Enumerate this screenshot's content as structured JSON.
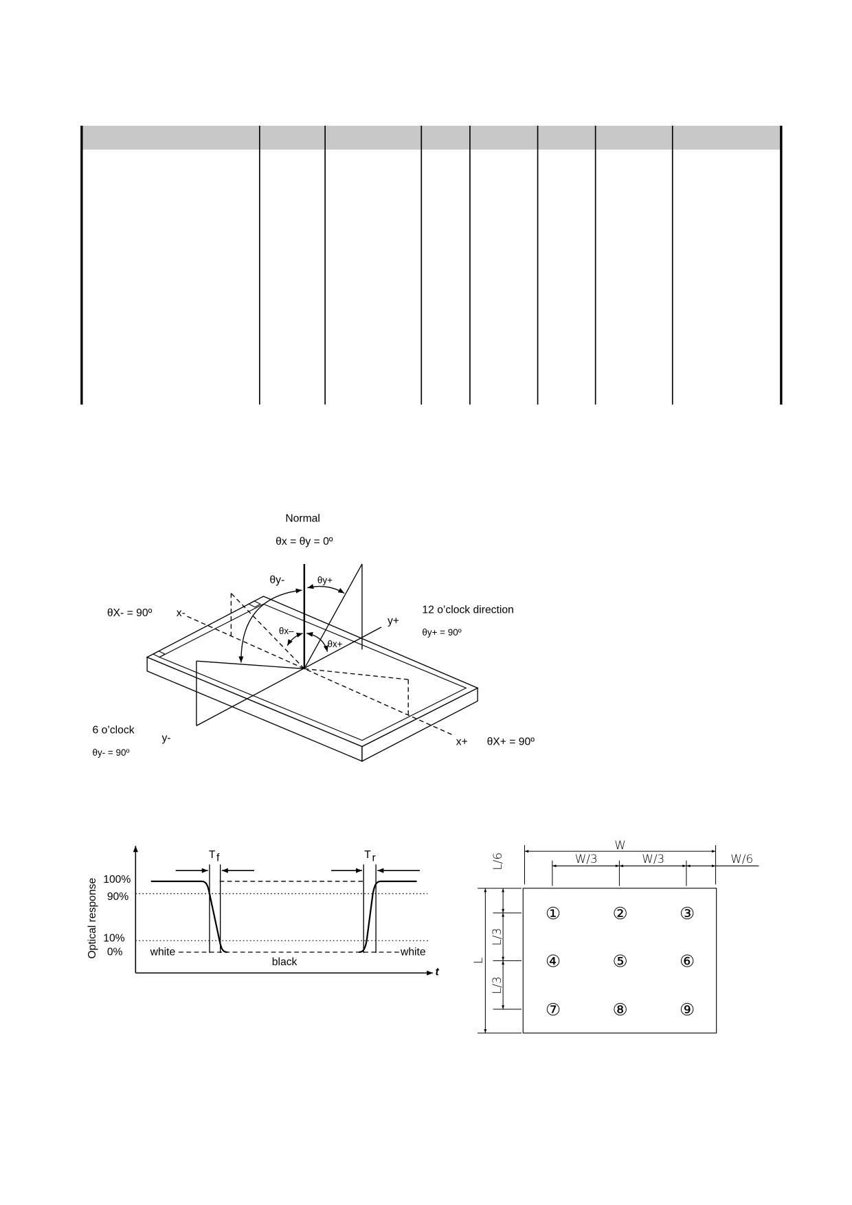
{
  "viewing_angle_diagram": {
    "normal_label": "Normal",
    "normal_equation": "θx = θy = 0º",
    "theta_y_minus_arc": "θy-",
    "theta_y_plus_arc": "θy+",
    "theta_x_minus_equation": "θX- = 90º",
    "x_minus": "x-",
    "twelve_oclock": "12 o’clock direction",
    "theta_y_plus_equation": "θy+ = 90º",
    "y_plus": "y+",
    "theta_x_minus_arc": "θx–",
    "theta_x_plus_arc": "θx+",
    "six_oclock": "6 o’clock",
    "theta_y_minus_equation": "θy- = 90º",
    "y_minus": "y-",
    "x_plus": "x+",
    "theta_x_plus_equation": "θX+ = 90º"
  },
  "response_time_chart": {
    "y_axis_label": "Optical response",
    "x_axis_label": "t",
    "fall_time": {
      "main": "T",
      "sub": "f"
    },
    "rise_time": {
      "main": "T",
      "sub": "r"
    },
    "levels": [
      "100%",
      "90%",
      "10%",
      "0%"
    ],
    "white_left": "white",
    "black": "black",
    "white_right": "white"
  },
  "measurement_grid": {
    "width_label": "W",
    "w3_first": "W/3",
    "w3_second": "W/3",
    "w6": "W/6",
    "l6": "L/6",
    "l3_first": "L/3",
    "l3_second": "L/3",
    "length_label": "L",
    "points": [
      "①",
      "②",
      "③",
      "④",
      "⑤",
      "⑥",
      "⑦",
      "⑧",
      "⑨"
    ]
  }
}
